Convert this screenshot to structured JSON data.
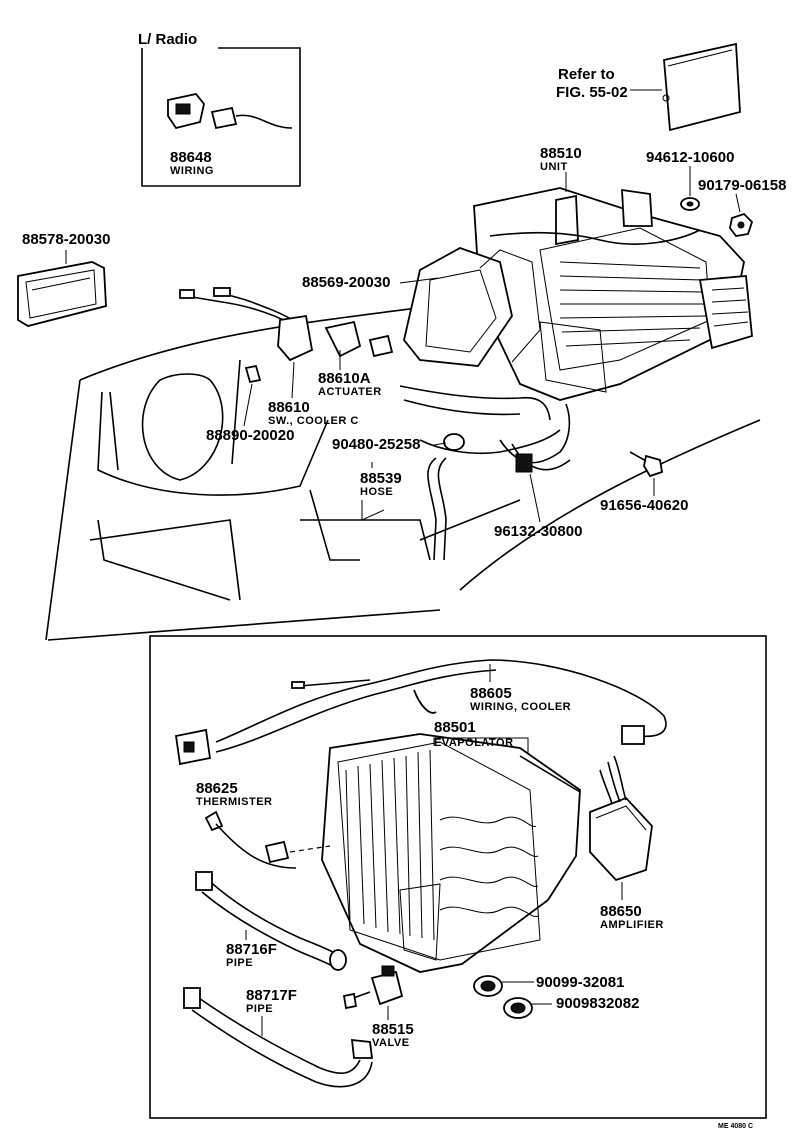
{
  "labels": {
    "radio_title": "L/ Radio",
    "refer_line1": "Refer to",
    "refer_line2": "FIG. 55-02",
    "p88648": "88648",
    "p88648_desc": "WIRING",
    "p88510": "88510",
    "p88510_desc": "UNIT",
    "p94612": "94612-10600",
    "p90179": "90179-06158",
    "p88578": "88578-20030",
    "p88569": "88569-20030",
    "p88610A": "88610A",
    "p88610A_desc": "ACTUATER",
    "p88610": "88610",
    "p88610_desc": "SW., COOLER C",
    "p88890": "88890-20020",
    "p90480": "90480-25258",
    "p88539": "88539",
    "p88539_desc": "HOSE",
    "p91656": "91656-40620",
    "p96132": "96132-30800",
    "p88605": "88605",
    "p88605_desc": "WIRING, COOLER",
    "p88501": "88501",
    "p88501_desc": "EVAPOLATOR",
    "p88625": "88625",
    "p88625_desc": "THERMISTER",
    "p88650": "88650",
    "p88650_desc": "AMPLIFIER",
    "p88716F": "88716F",
    "p88716F_desc": "PIPE",
    "p88717F": "88717F",
    "p88717F_desc": "PIPE",
    "p88515": "88515",
    "p88515_desc": "VALVE",
    "p90099": "90099-32081",
    "p9009832082": "9009832082",
    "footer_code": "ME 4080 C"
  }
}
